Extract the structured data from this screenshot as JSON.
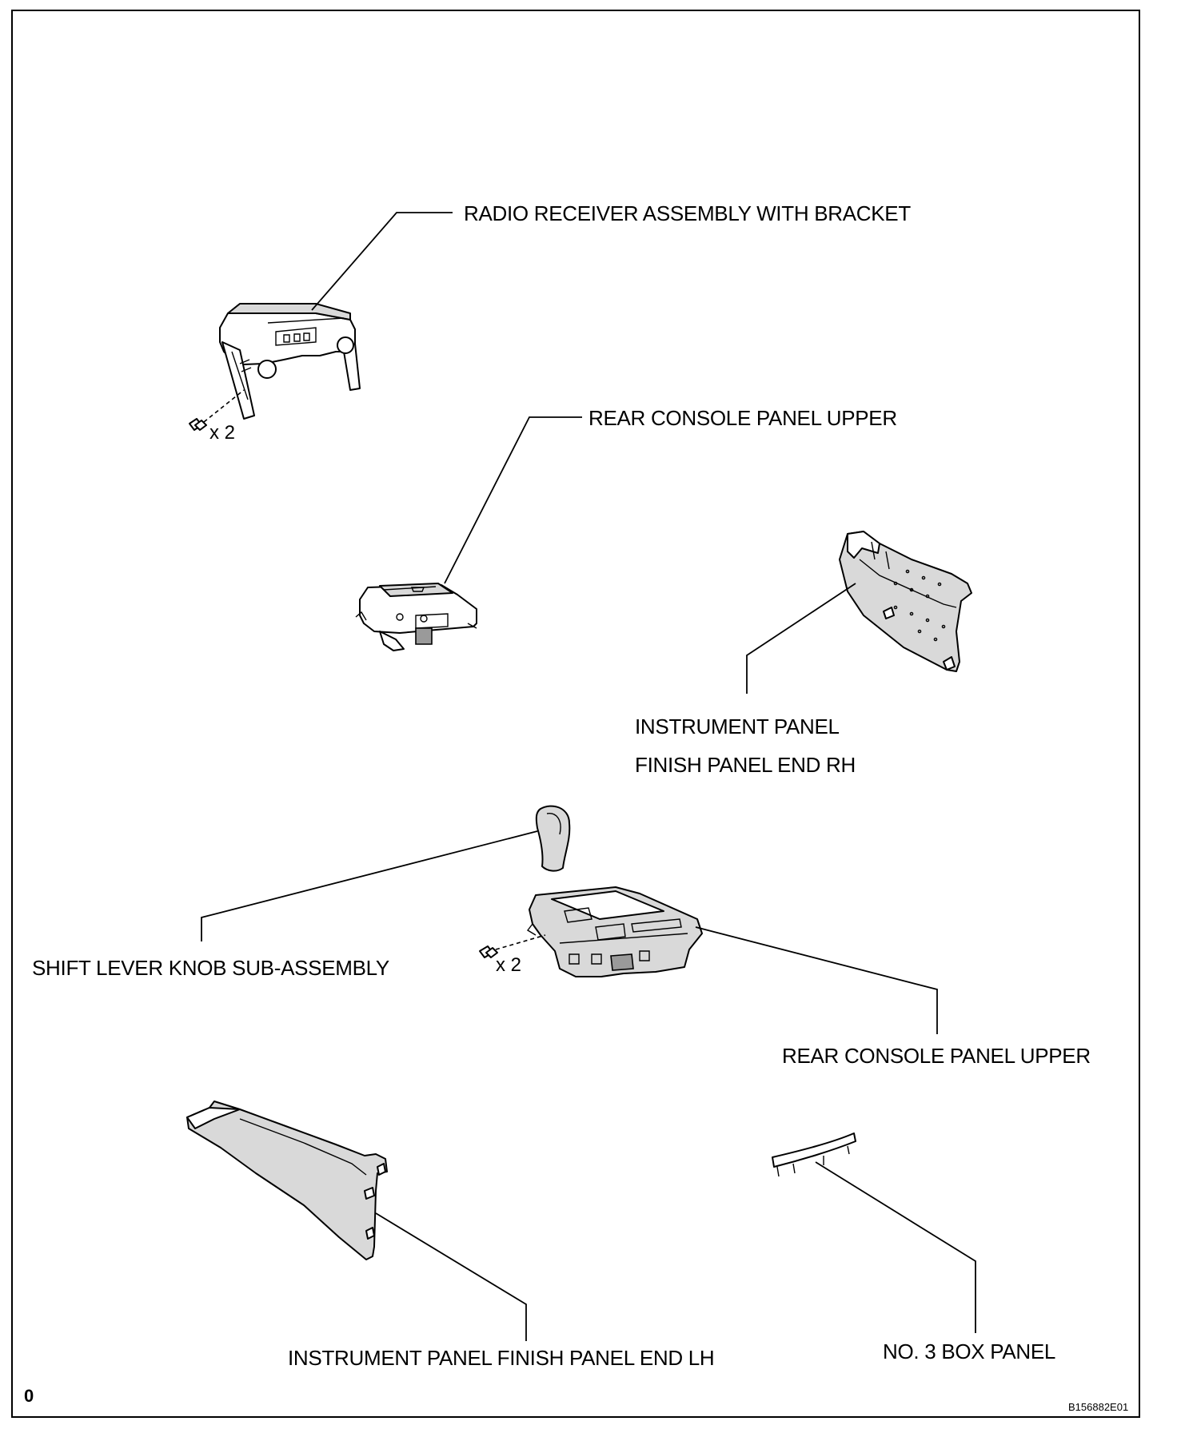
{
  "labels": {
    "radio_receiver": "RADIO RECEIVER ASSEMBLY WITH BRACKET",
    "rear_console_upper_1": "REAR CONSOLE PANEL UPPER",
    "instrument_rh_line1": "INSTRUMENT PANEL",
    "instrument_rh_line2": "FINISH PANEL END RH",
    "shift_lever_knob": "SHIFT LEVER KNOB SUB-ASSEMBLY",
    "rear_console_upper_2": "REAR CONSOLE PANEL UPPER",
    "instrument_lh": "INSTRUMENT PANEL FINISH PANEL END LH",
    "no3_box_panel": "NO. 3 BOX PANEL"
  },
  "quantities": {
    "radio_screws": "x 2",
    "console_screws": "x 2"
  },
  "corner_mark": "0",
  "figure_id": "B156882E01"
}
